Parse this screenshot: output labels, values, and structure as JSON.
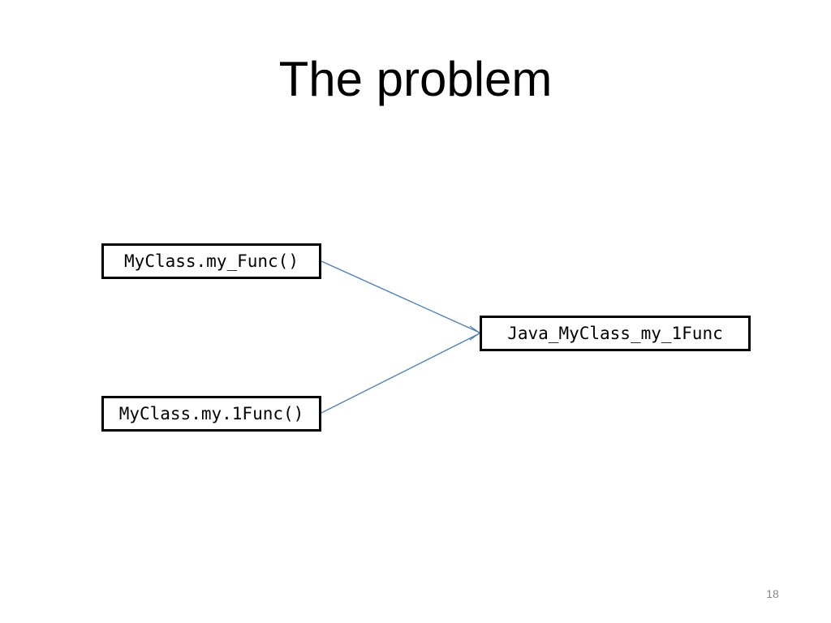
{
  "slide": {
    "title": "The problem",
    "page_number": "18"
  },
  "diagram": {
    "sources": [
      {
        "label": "MyClass.my_Func()"
      },
      {
        "label": "MyClass.my.1Func()"
      }
    ],
    "target": {
      "label": "Java_MyClass_my_1Func"
    },
    "connections": [
      {
        "from": "MyClass.my_Func()",
        "to": "Java_MyClass_my_1Func"
      },
      {
        "from": "MyClass.my.1Func()",
        "to": "Java_MyClass_my_1Func"
      }
    ],
    "arrow_color": "#4a7ebb"
  }
}
